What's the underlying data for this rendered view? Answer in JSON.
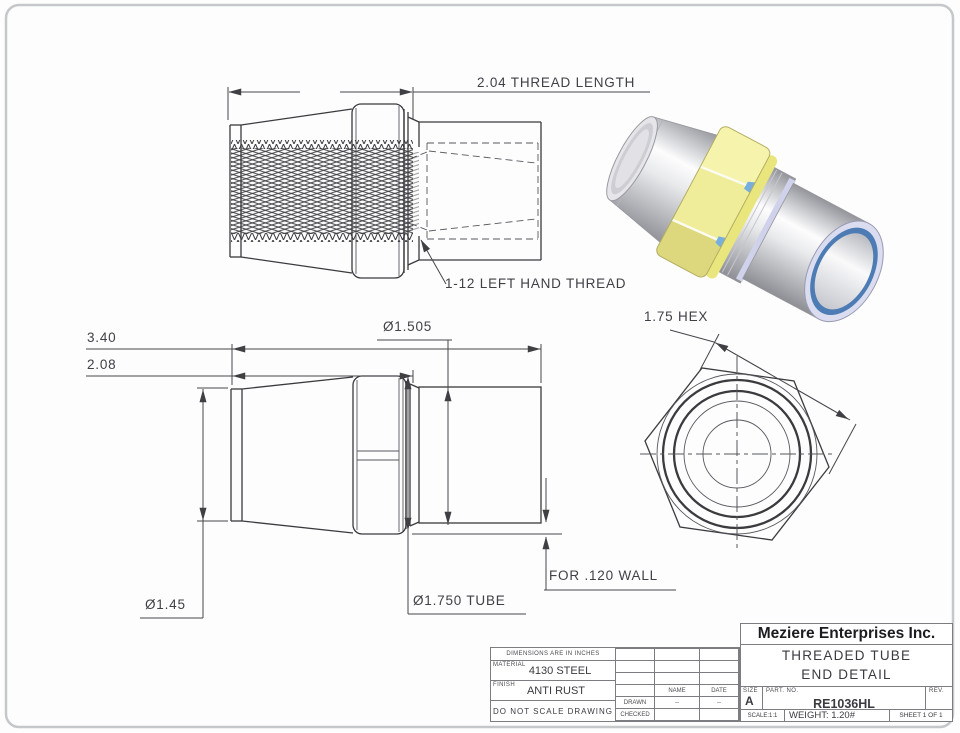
{
  "annotations": {
    "thread_length": "2.04 THREAD LENGTH",
    "thread_callout": "1-12 LEFT HAND THREAD",
    "overall_length": "3.40",
    "body_length": "2.08",
    "bore_dia": "Ø1.505",
    "small_end_dia": "Ø1.45",
    "tube_dia": "Ø1.750 TUBE",
    "wall_note": "FOR .120 WALL",
    "hex_size": "1.75 HEX"
  },
  "title_block": {
    "company": "Meziere Enterprises Inc.",
    "title_line1": "THREADED TUBE",
    "title_line2": "END DETAIL",
    "dimensions_note": "DIMENSIONS ARE IN INCHES",
    "material_label": "MATERIAL",
    "material_value": "4130 STEEL",
    "finish_label": "FINISH",
    "finish_value": "ANTI RUST",
    "no_scale_note": "DO NOT SCALE DRAWING",
    "name_header": "NAME",
    "date_header": "DATE",
    "drawn_label": "DRAWN",
    "drawn_name": "--",
    "drawn_date": "--",
    "checked_label": "CHECKED",
    "size_label": "SIZE",
    "size_value": "A",
    "part_no_label": "PART. NO.",
    "part_no_value": "RE1036HL",
    "rev_label": "REV.",
    "scale_value": "SCALE:1:1",
    "weight_value": "WEIGHT: 1.20#",
    "sheet_value": "SHEET 1 OF 1"
  },
  "colors": {
    "line": "#3b3b3f",
    "hex_nut_yellow": "#efec9a",
    "ring_blue": "#4d7cb4",
    "rim_lavender": "#d9dbee",
    "metal_light": "#f2f2f4",
    "metal_dark": "#8d8f95",
    "page_border": "#c5c8ca"
  }
}
